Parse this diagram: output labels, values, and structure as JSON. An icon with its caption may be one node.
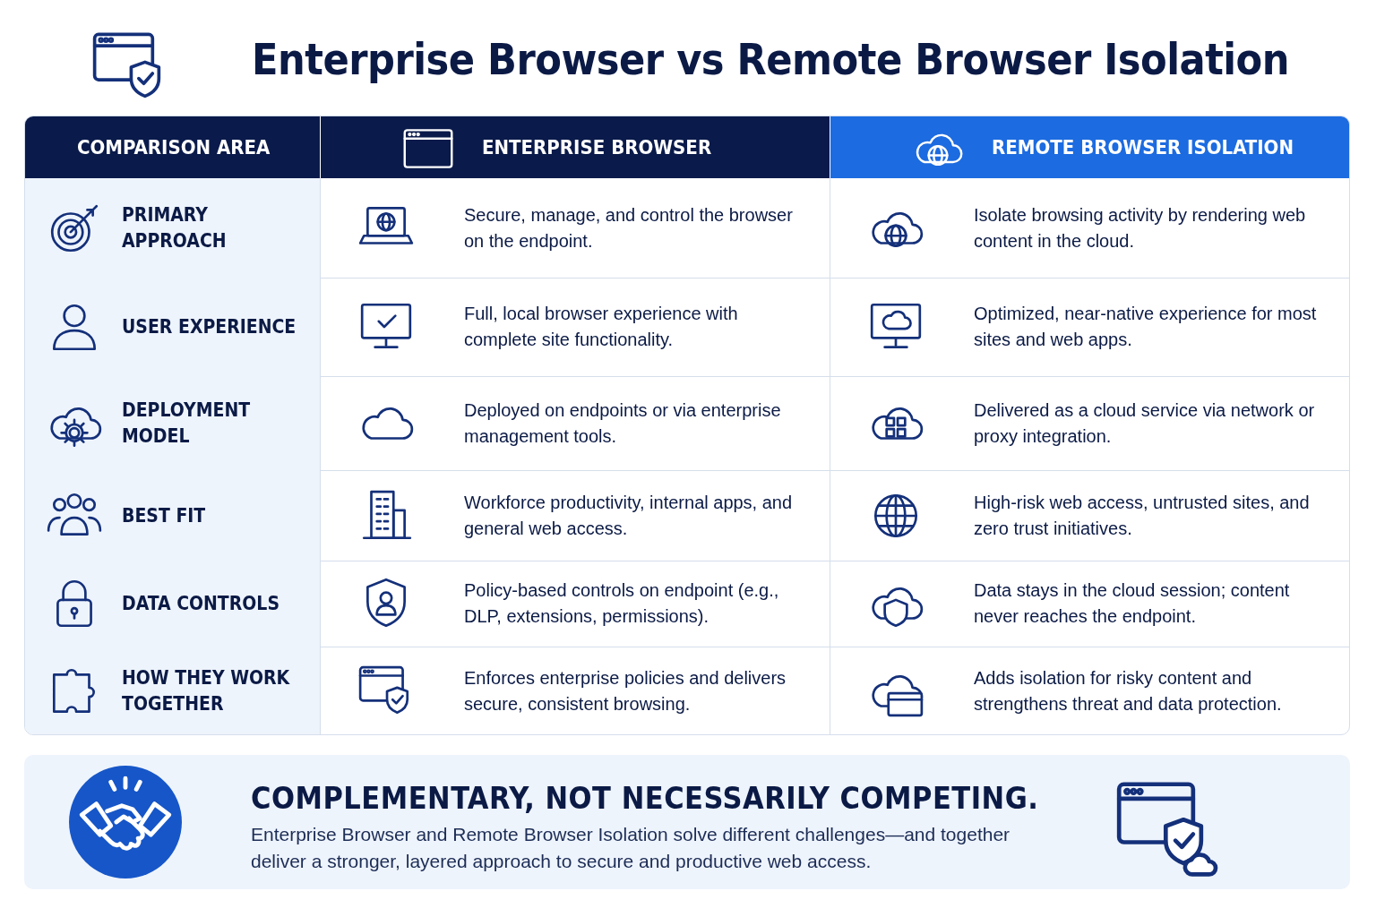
{
  "diagram": {
    "title": "Enterprise Browser vs Remote Browser Isolation",
    "labels": [
      "COMPARISON AREA",
      "ENTERPRISE BROWSER",
      "REMOTE BROWSER ISOLATION",
      "PRIMARY APPROACH",
      "Secure, manage, and control the browser on the endpoint.",
      "Isolate browsing activity by rendering web content in the cloud.",
      "USER EXPERIENCE",
      "Full, local browser experience with complete site functionality.",
      "Optimized, near-native experience for most sites and web apps.",
      "DEPLOYMENT MODEL",
      "Deployed on endpoints or via enterprise management tools.",
      "Delivered as a cloud service via network or proxy integration.",
      "BEST FIT",
      "Workforce productivity, internal apps, and general web access.",
      "High-risk web access, untrusted sites, and zero trust initiatives.",
      "DATA CONTROLS",
      "Policy-based controls on endpoint (e.g., DLP, extensions, permissions).",
      "Data stays in the cloud session; content never reaches the endpoint.",
      "HOW THEY WORK TOGETHER",
      "Enforces enterprise policies and delivers secure, consistent browsing.",
      "Adds isolation for risky content and strengthens threat and data protection.",
      "COMPLEMENTARY, NOT NECESSARILY COMPETING.",
      "Enterprise Browser and Remote Browser Isolation solve different challenges—and together deliver a stronger, layered approach to secure and productive web access."
    ]
  }
}
